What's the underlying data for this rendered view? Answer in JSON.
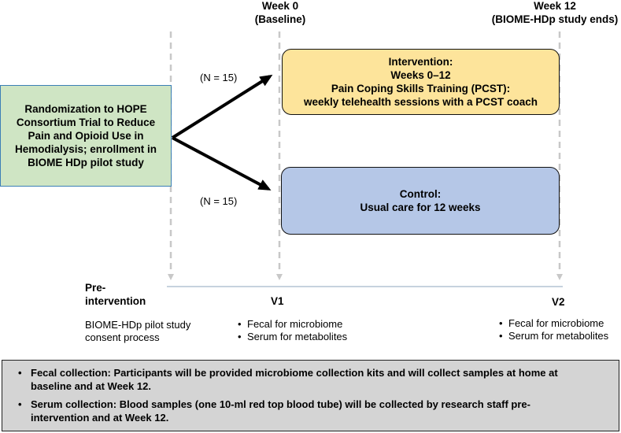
{
  "headers": {
    "week0": [
      "Week 0",
      "(Baseline)"
    ],
    "week12": [
      "Week 12",
      "(BIOME-HDp study ends)"
    ]
  },
  "randomization": [
    "Randomization to HOPE",
    "Consortium Trial to Reduce",
    "Pain and Opioid Use in",
    "Hemodialysis; enrollment in",
    "BIOME HDp pilot study"
  ],
  "arms": {
    "intervention": {
      "n_label": "(N = 15)",
      "lines": [
        "Intervention:",
        "Weeks 0–12",
        "Pain Coping Skills Training (PCST):",
        "weekly telehealth sessions with a PCST coach"
      ],
      "color": "#fde49b"
    },
    "control": {
      "n_label": "(N = 15)",
      "lines": [
        "Control:",
        "Usual care for 12 weeks"
      ],
      "color": "#b5c7e7"
    }
  },
  "timeline": {
    "pre": {
      "label": [
        "Pre-",
        "intervention"
      ],
      "description": [
        "BIOME-HDp pilot study",
        "consent process"
      ]
    },
    "v1": {
      "label": "V1",
      "bullets": [
        "Fecal for microbiome",
        "Serum for metabolites"
      ]
    },
    "v2": {
      "label": "V2",
      "bullets": [
        "Fecal for microbiome",
        "Serum for metabolites"
      ]
    }
  },
  "notes": [
    [
      "Fecal collection: Participants will be provided microbiome collection kits and will collect samples at home at",
      "baseline and at Week 12."
    ],
    [
      "Serum collection: Blood samples (one 10-ml red top blood tube) will be collected by research staff pre-",
      "intervention and at Week 12."
    ]
  ],
  "colors": {
    "randomization_fill": "#cfe5c4",
    "randomization_border": "#3c7fb6",
    "dashed_line": "#c8c8c8",
    "timeline_line": "#b4c4d4",
    "notes_fill": "#d4d4d4"
  }
}
